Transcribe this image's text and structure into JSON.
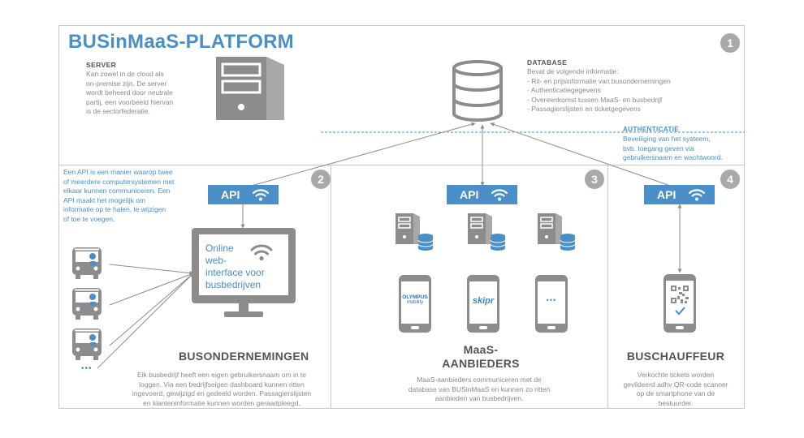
{
  "title": "BUSinMaaS-PLATFORM",
  "server": {
    "heading": "SERVER",
    "lines": [
      "Kan zowel in de cloud als",
      "on-premise zijn. De server",
      "wordt beheerd door neutrale",
      "partij, een voorbeeld hiervan",
      "is de sectorfederatie."
    ]
  },
  "database": {
    "heading": "DATABASE",
    "lines": [
      "Bevat de volgende informatie:",
      "- Rit- en prijsinformatie van busondernemingen",
      "- Authenticatiegegevens",
      "- Overeenkomst tussen MaaS- en busbedrijf",
      "- Passagierslijsten en ticketgegevens"
    ]
  },
  "auth": {
    "heading": "AUTHENTICATIE",
    "lines": [
      "Beveiliging van het systeem,",
      "bvb. toegang geven via",
      "gebruikersnaam en wachtwoord."
    ]
  },
  "badges": [
    "1",
    "2",
    "3",
    "4"
  ],
  "api_label": "API",
  "api_note": {
    "lines": [
      "Een API is een manier waarop twee",
      "of meerdere computersystemen met",
      "elkaar kunnen communiceren. Een",
      "API maakt het mogelijk om",
      "informatie op te halen, te wijzigen",
      "of toe te voegen."
    ]
  },
  "monitor_text": [
    "Online",
    "web-",
    "interface voor",
    "busbedrijven"
  ],
  "ellipsis": "•••",
  "sections": {
    "bus": {
      "title": "BUSONDERNEMINGEN",
      "lines": [
        "Elk busbedrijf heeft een eigen gebruikersnaam om in te",
        "loggen. Via een bedrijfseigen dashboard kunnen ritten",
        "ingevoerd, gewijzigd en gedeeld worden. Passagierslijsten",
        "en klanteninformatie kunnen worden geraadpleegd."
      ]
    },
    "maas": {
      "title_lines": [
        "MaaS-",
        "AANBIEDERS"
      ],
      "lines": [
        "MaaS-aanbieders communiceren met de",
        "database van BUSinMaaS en kunnen zo ritten",
        "aanbieden van busbedrijven."
      ]
    },
    "driver": {
      "title": "BUSCHAUFFEUR",
      "lines": [
        "Verkochte tickets worden",
        "gevlideerd adhv QR-code scanner",
        "op de smartphone van de",
        "bestuurder."
      ]
    }
  },
  "phones": {
    "olympus": [
      "OLYMPUS",
      "mobility"
    ],
    "skipr": "skipr",
    "dots": "•••"
  },
  "colors": {
    "accent": "#4a8fc8",
    "icon_grey": "#8c8c8c",
    "frame": "#c8c8c8"
  }
}
